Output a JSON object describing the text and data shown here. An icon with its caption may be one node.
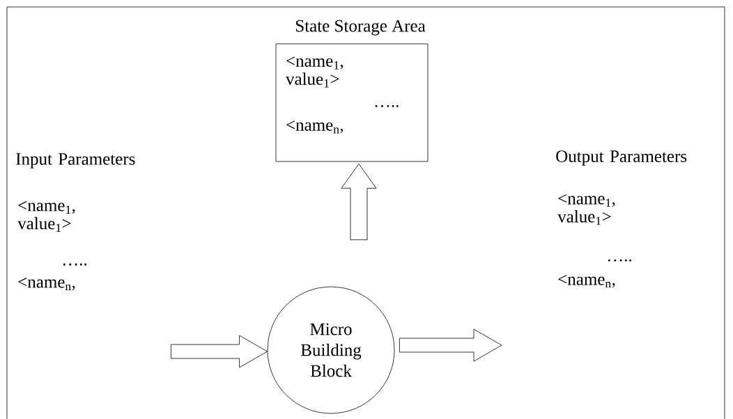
{
  "diagram": {
    "nodes": [
      {
        "text": [
          "State Storage Area",
          "<name$_{1}$, value$_{1}$>",
          "…..",
          "<name$_{n}$,"
        ]
      },
      {
        "text": [
          "Input Parameters",
          "<name$_{1}$, value$_{1}$>",
          "…..",
          "<name$_{n}$,"
        ]
      },
      {
        "text": [
          "Micro Building Block"
        ]
      },
      {
        "text": [
          "Output Parameters",
          "<name$_{1}$, value$_{1}$>",
          "…..",
          "<name$_{n}$,"
        ]
      }
    ],
    "edges": [
      {
        "from": 1,
        "to": 2,
        "arrow": "to"
      },
      {
        "from": 2,
        "to": 3,
        "arrow": "to"
      },
      {
        "from": 2,
        "to": 0,
        "arrow": "to"
      }
    ]
  }
}
